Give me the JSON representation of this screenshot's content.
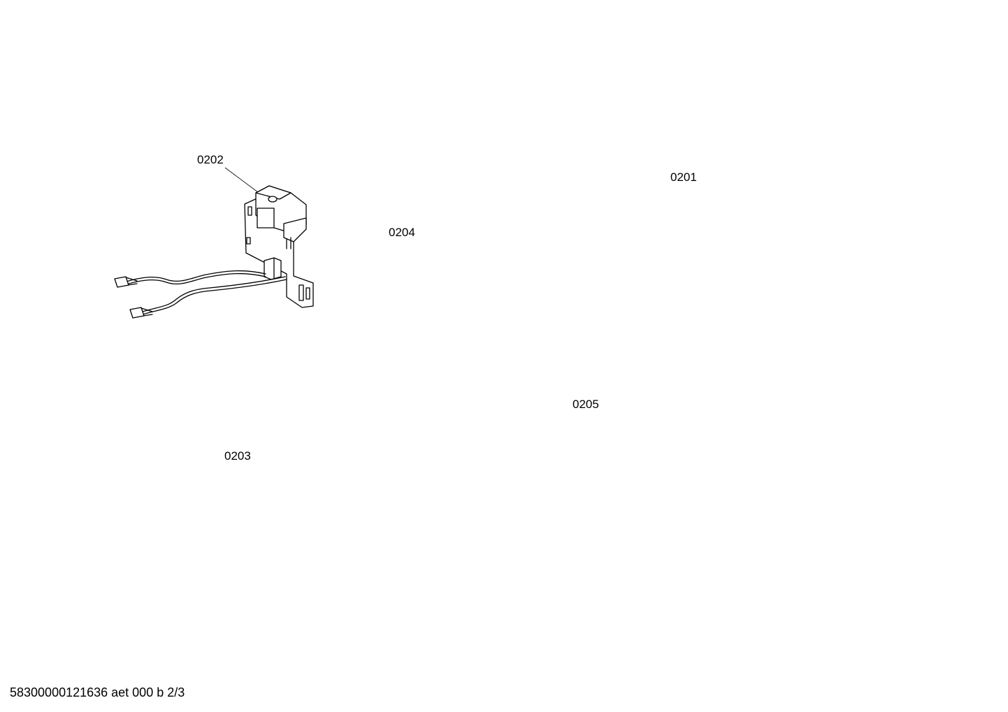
{
  "parts": [
    {
      "id": "p0202",
      "number": "0202",
      "icon": "pcb-switch-with-leads"
    },
    {
      "id": "p0204",
      "number": "0204",
      "icon": "capacitor-cylinder"
    },
    {
      "id": "p0201",
      "number": "0201",
      "icon": "fan-motor-with-plate"
    },
    {
      "id": "p0203",
      "number": "0203",
      "icon": "cable-reel-with-plug"
    },
    {
      "id": "p0205",
      "number": "0205",
      "icon": "foam-filter-block"
    }
  ],
  "footer": {
    "code": "58300000121636 aet 000 b 2/3"
  }
}
